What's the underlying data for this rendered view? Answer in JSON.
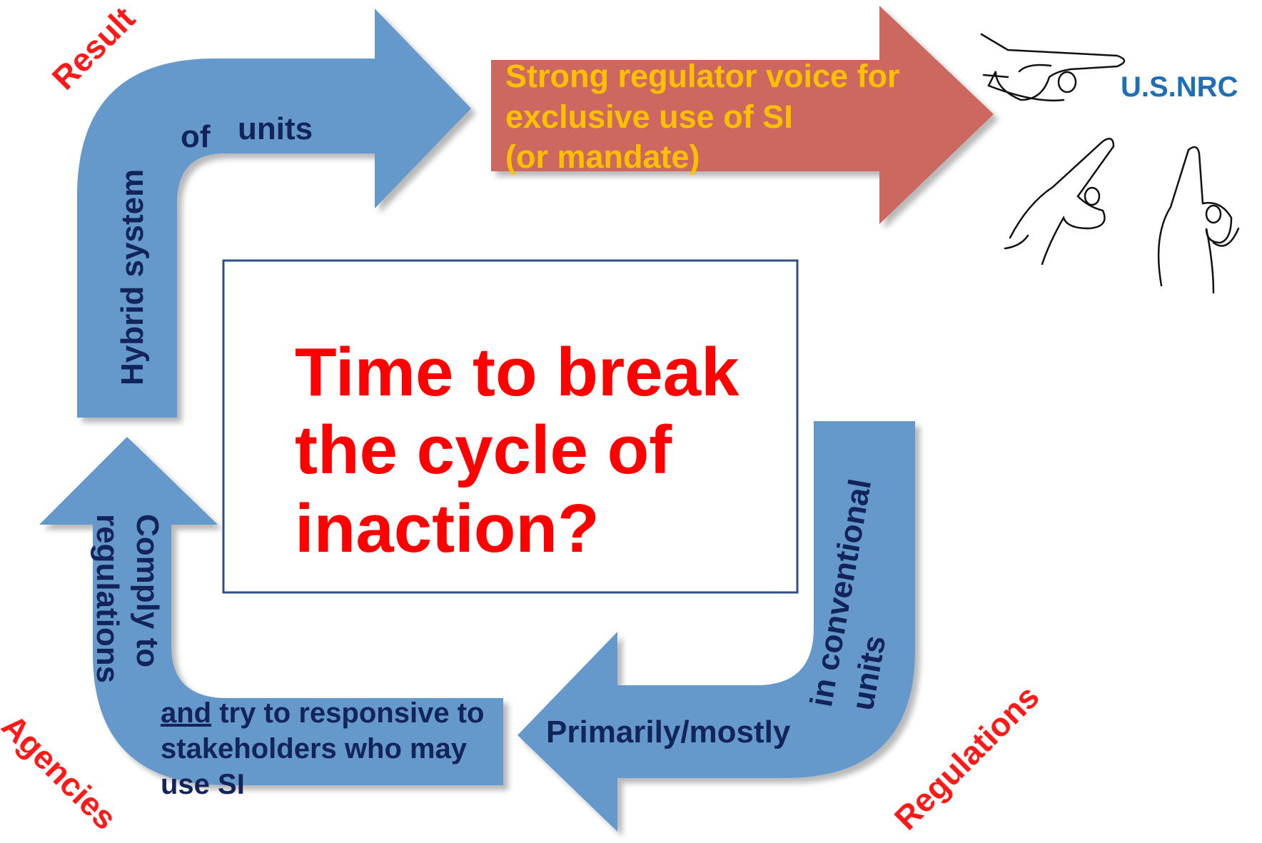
{
  "colors": {
    "arrow_blue": "#6598cb",
    "arrow_red": "#cd6761",
    "navy_text": "#12245a",
    "red_text": "#ff1a1a",
    "orange_text": "#ffc000",
    "nrc_blue": "#1e6fb6",
    "box_border": "#2f4f8a"
  },
  "stages": {
    "result": "Result",
    "regulations": "Regulations",
    "agencies": "Agencies"
  },
  "top_arrow": {
    "vertical_text": "Hybrid system",
    "of": "of",
    "units": "units"
  },
  "red_arrow": {
    "lines": [
      "Strong regulator voice for",
      "exclusive use of SI",
      "(or mandate)"
    ]
  },
  "right_arrow": {
    "line1": "in conventional",
    "line2": "units"
  },
  "bottom_arrow": {
    "text": "Primarily/mostly"
  },
  "left_arrow": {
    "line1": "Comply to",
    "line2": "regulations",
    "tail_underlined": "and",
    "tail_rest": " try to responsive to",
    "tail_line2": "stakeholders who may",
    "tail_line3": "use SI"
  },
  "center": {
    "lines": [
      "Time to break",
      "the cycle of",
      "inaction?"
    ]
  },
  "nrc_label": "U.S.NRC",
  "icons": [
    "pointing-hand-horizontal-icon",
    "pointing-hand-diagonal-icon",
    "pointing-hand-up-icon"
  ]
}
